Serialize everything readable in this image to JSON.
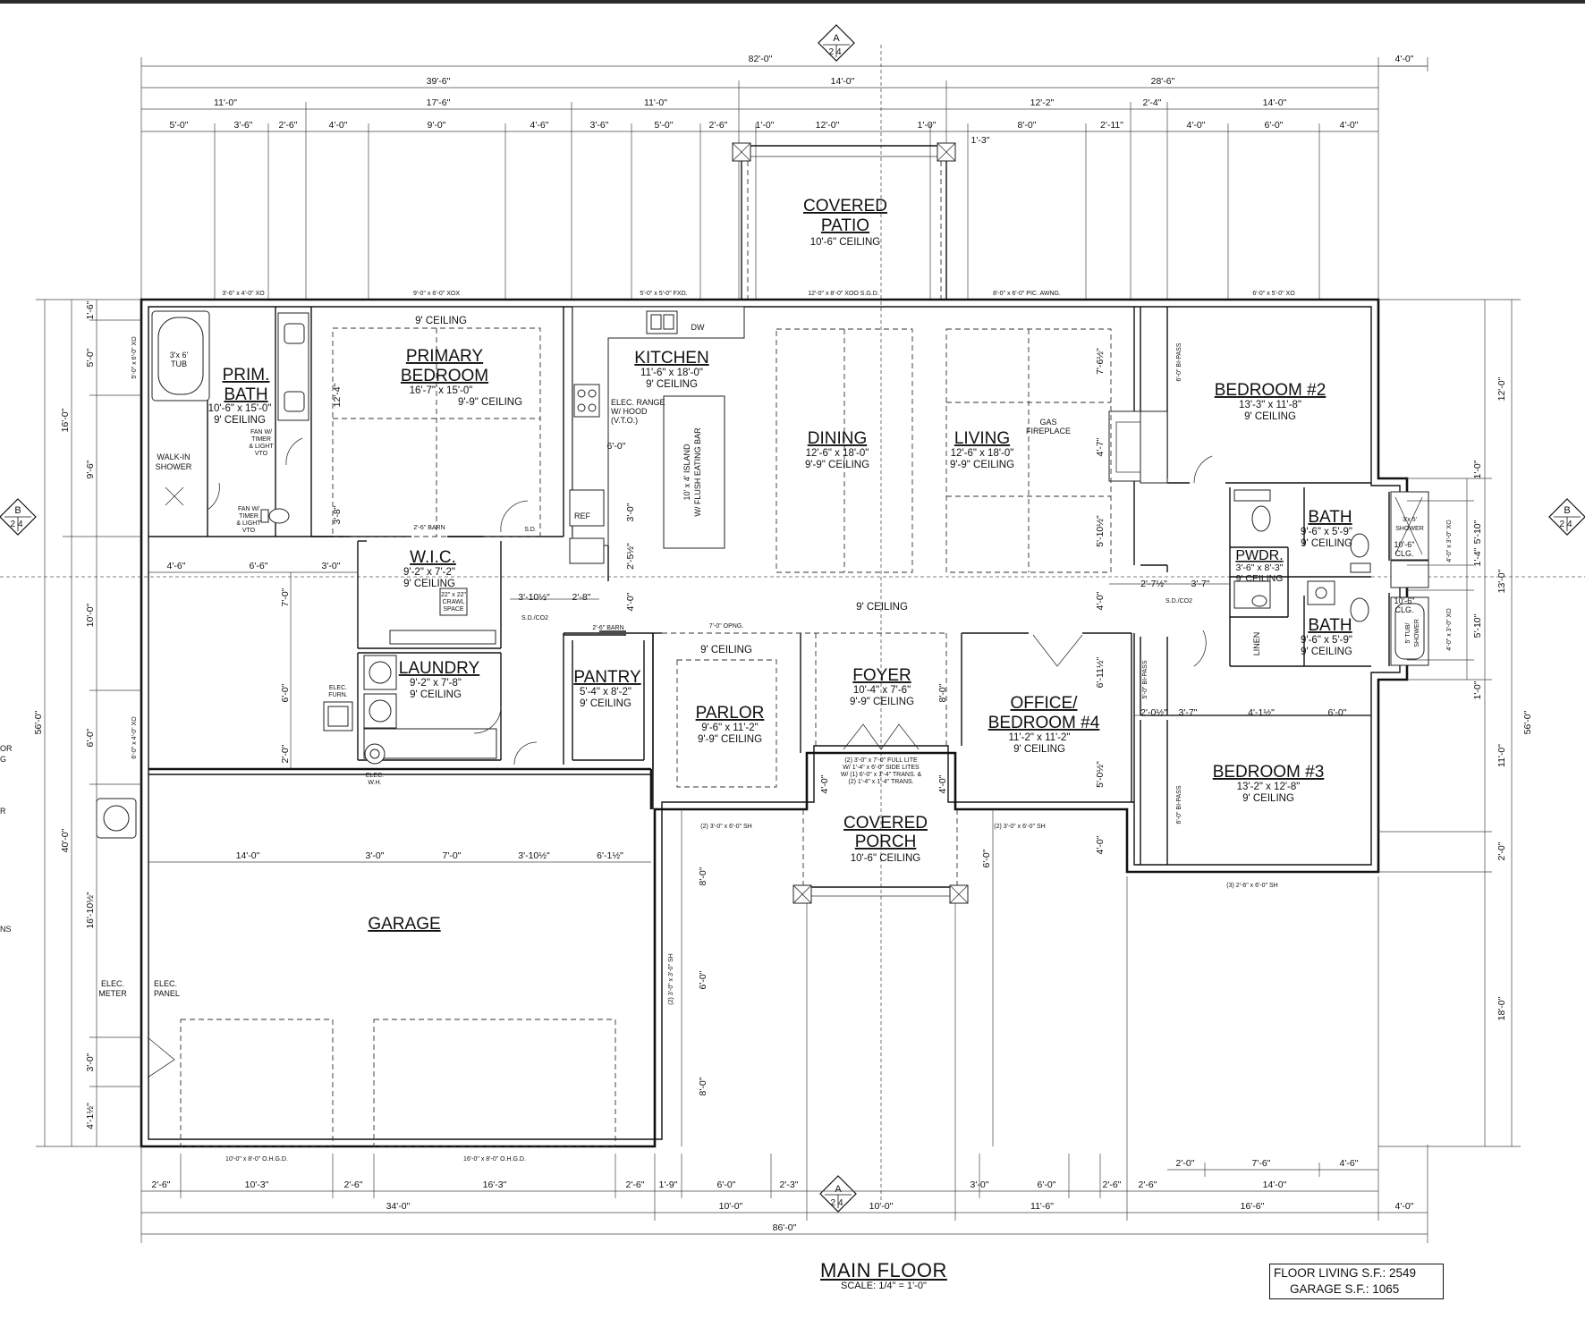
{
  "drawing": {
    "title": "MAIN FLOOR",
    "scale": "SCALE: 1/4\" = 1'-0\"",
    "floor_living_sf": "FLOOR LIVING S.F.:  2549",
    "garage_sf": "GARAGE S.F.:  1065"
  },
  "section_markers": {
    "a_top": {
      "letter": "A",
      "sheet": "24"
    },
    "a_bottom": {
      "letter": "A",
      "sheet": "24"
    },
    "b_left": {
      "letter": "B",
      "sheet": "24"
    },
    "b_right": {
      "letter": "B",
      "sheet": "24"
    }
  },
  "rooms": {
    "covered_patio": {
      "name1": "COVERED",
      "name2": "PATIO",
      "ceiling": "10'-6\" CEILING"
    },
    "prim_bath": {
      "name1": "PRIM.",
      "name2": "BATH",
      "size": "10'-6\" x 15'-0\"",
      "ceiling": "9' CEILING"
    },
    "primary_bedroom": {
      "name1": "PRIMARY",
      "name2": "BEDROOM",
      "size": "16'-7\" x 15'-0\"",
      "ceiling": "9'-9\" CEILING",
      "ceiling_top": "9' CEILING"
    },
    "kitchen": {
      "name": "KITCHEN",
      "size": "11'-6\" x 18'-0\"",
      "ceiling": "9' CEILING"
    },
    "dining": {
      "name": "DINING",
      "size": "12'-6\" x 18'-0\"",
      "ceiling": "9'-9\" CEILING"
    },
    "living": {
      "name": "LIVING",
      "size": "12'-6\" x 18'-0\"",
      "ceiling": "9'-9\" CEILING"
    },
    "bedroom2": {
      "name": "BEDROOM #2",
      "size": "13'-3\" x 11'-8\"",
      "ceiling": "9' CEILING"
    },
    "wic": {
      "name": "W.I.C.",
      "size": "9'-2\" x 7'-2\"",
      "ceiling": "9' CEILING"
    },
    "laundry": {
      "name": "LAUNDRY",
      "size": "9'-2\" x 7'-8\"",
      "ceiling": "9' CEILING"
    },
    "pantry": {
      "name": "PANTRY",
      "size": "5'-4\" x 8'-2\"",
      "ceiling": "9' CEILING"
    },
    "parlor": {
      "name": "PARLOR",
      "size": "9'-6\" x 11'-2\"",
      "ceiling": "9'-9\" CEILING",
      "ceiling_top": "9' CEILING"
    },
    "foyer": {
      "name": "FOYER",
      "size": "10'-4\" x 7'-6\"",
      "ceiling": "9'-9\" CEILING"
    },
    "office": {
      "name1": "OFFICE/",
      "name2": "BEDROOM #4",
      "size": "11'-2\" x 11'-2\"",
      "ceiling": "9' CEILING"
    },
    "bedroom3": {
      "name": "BEDROOM #3",
      "size": "13'-2\" x 12'-8\"",
      "ceiling": "9' CEILING"
    },
    "bath_upper": {
      "name": "BATH",
      "size": "9'-6\" x 5'-9\"",
      "ceiling": "9' CEILING"
    },
    "bath_lower": {
      "name": "BATH",
      "size": "9'-6\" x 5'-9\"",
      "ceiling": "9' CEILING"
    },
    "powder": {
      "name": "PWDR.",
      "size": "3'-6\" x 8'-3\"",
      "ceiling": "9' CEILING"
    },
    "covered_porch": {
      "name1": "COVERED",
      "name2": "PORCH",
      "ceiling": "10'-6\" CEILING"
    },
    "garage": {
      "name": "GARAGE"
    },
    "hall_ceiling": "9' CEILING"
  },
  "notes": {
    "tub": [
      "3'x 6'",
      "TUB"
    ],
    "walkin_shower": [
      "WALK-IN",
      "SHOWER"
    ],
    "fan_timer": [
      "FAN W/",
      "TIMER",
      "& LIGHT",
      "VTO"
    ],
    "elec_range": [
      "ELEC. RANGE",
      "W/ HOOD",
      "(V.T.O.)"
    ],
    "island": [
      "10' x 4' ISLAND",
      "W/ FLUSH EATING BAR"
    ],
    "gas_fireplace": [
      "GAS",
      "FIREPLACE"
    ],
    "ref": "REF",
    "dw": "DW",
    "sd": "S.D.",
    "sd_co2": "S.D./CO2",
    "crawl": [
      "22\" x 22\"",
      "CRAWL",
      "SPACE"
    ],
    "elec_furn": [
      "ELEC.",
      "FURN."
    ],
    "elec_wh": [
      "ELEC.",
      "W.H."
    ],
    "elec_meter": [
      "ELEC.",
      "METER"
    ],
    "elec_panel": [
      "ELEC.",
      "PANEL"
    ],
    "linen": "LINEN",
    "shower_3x5": [
      "3'x 5'",
      "SHOWER"
    ],
    "tub_shower_5": [
      "5' TUB/",
      "SHOWER"
    ],
    "clg_106": [
      "10'-6\"",
      "CLG."
    ],
    "barn_26": "2'-6\" BARN",
    "opng_70": "7'-0\" OPNG.",
    "bipass_60": "6'-0\" BI-PASS",
    "bipass_50": "5'-0\" BI-PASS",
    "door_entry": [
      "(2) 3'-0\" x 7'-0\" FULL LITE",
      "W/ 1'-4\" x 6'-0\" SIDE LITES",
      "W/ (1) 6'-0\" x 1'-4\" TRANS. &",
      "(2) 1'-4\" x 1'-4\" TRANS."
    ]
  },
  "windows": {
    "w1": "3'-6\" x 4'-0\" XO",
    "w2": "9'-0\" x 6'-0\" XOX",
    "w3": "5'-0\" x 5'-0\" FXD.",
    "w4": "12'-0\" x 8'-0\" XOO S.G.D.",
    "w5": "8'-0\" x 6'-0\" PIC. AWNG.",
    "w6": "6'-0\" x 5'-0\" XO",
    "w7": "5'-0\" x 6'-0\" XO",
    "w8": "6'-0\" x 4'-0\" XO",
    "w9": "(2) 3'-0\" x 6'-0\" SH",
    "w10": "(2) 3'-0\" x 6'-0\" SH",
    "w11": "(3) 2'-6\" x 6'-0\" SH",
    "w12": "(2) 3'-0\" x 3'-0\" SH",
    "w13": "4'-0\" x 3'-0\" XO",
    "w14": "4'-0\" x 3'-0\" XO",
    "ohd1": "10'-0\" x 8'-0\" O.H.G.D.",
    "ohd2": "16'-0\" x 8'-0\" O.H.G.D."
  },
  "dims_top": {
    "overall": "82'-0\"",
    "right_ext": "4'-0\"",
    "r2": [
      "39'-6\"",
      "14'-0\"",
      "28'-6\""
    ],
    "r3": [
      "11'-0\"",
      "17'-6\"",
      "11'-0\"",
      "12'-2\"",
      "2'-4\"",
      "14'-0\""
    ],
    "r4": [
      "5'-0\"",
      "3'-6\"",
      "2'-6\"",
      "4'-0\"",
      "9'-0\"",
      "4'-6\"",
      "3'-6\"",
      "5'-0\"",
      "2'-6\"",
      "1'-0\"",
      "12'-0\"",
      "1'-0\"",
      "1'-3\"",
      "8'-0\"",
      "2'-11\"",
      "4'-0\"",
      "6'-0\"",
      "4'-0\""
    ]
  },
  "dims_bottom": {
    "r1": [
      "2'-6\"",
      "10'-3\"",
      "2'-6\"",
      "16'-3\"",
      "2'-6\"",
      "1'-9\"",
      "6'-0\"",
      "2'-3\"",
      "3'-0\"",
      "6'-0\"",
      "2'-6\"",
      "2'-6\""
    ],
    "r2": [
      "34'-0\"",
      "10'-0\"",
      "10'-0\"",
      "11'-6\"",
      "16'-6\"",
      "4'-0\""
    ],
    "overall": "86'-0\"",
    "right": [
      "2'-0\"",
      "7'-6\"",
      "4'-6\"",
      "14'-0\""
    ]
  },
  "dims_left": {
    "outer": "56'-0\"",
    "r2": [
      "16'-0\"",
      "40'-0\""
    ],
    "r3": [
      "1'-6\"",
      "5'-0\"",
      "9'-6\"",
      "10'-0\"",
      "6'-0\"",
      "16'-10½\"",
      "3'-0\"",
      "4'-1½\""
    ]
  },
  "dims_right": {
    "outer": "56'-0\"",
    "r2": [
      "12'-0\"",
      "13'-0\"",
      "11'-0\"",
      "2'-0\"",
      "18'-0\""
    ],
    "r3": [
      "1'-0\"",
      "5'-10\"",
      "1'-4\"",
      "5'-10\"",
      "1'-0\""
    ]
  },
  "dims_interior": {
    "garage_row": [
      "14'-0\"",
      "3'-0\"",
      "7'-0\"",
      "3'-10½\"",
      "6'-1½\""
    ],
    "hall_row": [
      "4'-6\"",
      "6'-6\"",
      "3'-0\""
    ],
    "misc": [
      "6'-0\"",
      "3'-10½\"",
      "2'-8\"",
      "2'-5½\"",
      "3'-0\"",
      "4'-0\"",
      "7'-0\"",
      "6'-0\"",
      "2'-0\"",
      "12'-4\"",
      "3'-8\"",
      "7'-6½\"",
      "4'-7\"",
      "5'-10½\"",
      "4'-0\"",
      "6'-11½\"",
      "5'-0½\"",
      "4'-0\"",
      "2'-0½\"",
      "3'-7\"",
      "4'-1½\"",
      "6'-0\"",
      "2'-7½\"",
      "3'-7\"",
      "8'-0\"",
      "4'-0\"",
      "4'-0\"",
      "6'-0\"",
      "8'-0\"",
      "6'-0\"",
      "8'-0\"",
      "6'-0\""
    ]
  },
  "cut_left_edge": [
    "OR",
    "G",
    "R",
    "NS"
  ]
}
